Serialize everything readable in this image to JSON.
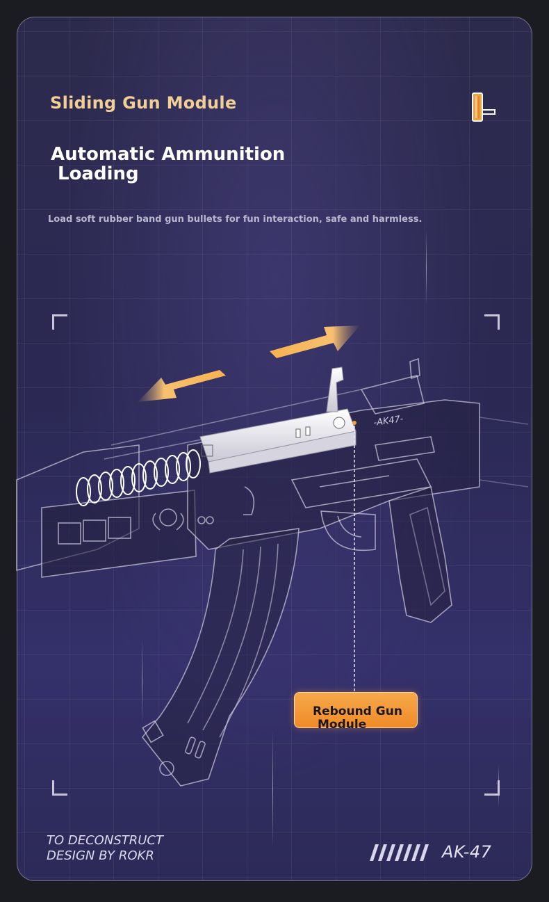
{
  "header": {
    "module_title": "Sliding Gun Module",
    "headline_line1": "Automatic Ammunition",
    "headline_line2": "Loading",
    "description": "Load soft rubber band gun bullets for fun interaction, safe and harmless."
  },
  "callout": {
    "line1": "Rebound Gun",
    "line2": "Module"
  },
  "footer": {
    "tagline_line1": "TO DECONSTRUCT",
    "tagline_line2": "DESIGN BY ROKR",
    "model": "AK-47"
  },
  "icons": [
    "slide-module-icon",
    "arrow-left-icon",
    "arrow-right-icon",
    "rifle-illustration",
    "corner-bracket-icon",
    "stripe-pattern-icon"
  ],
  "colors": {
    "accent_orange": "#f3a040",
    "title_gold": "#f2cf95",
    "background": "#2c2a52"
  }
}
